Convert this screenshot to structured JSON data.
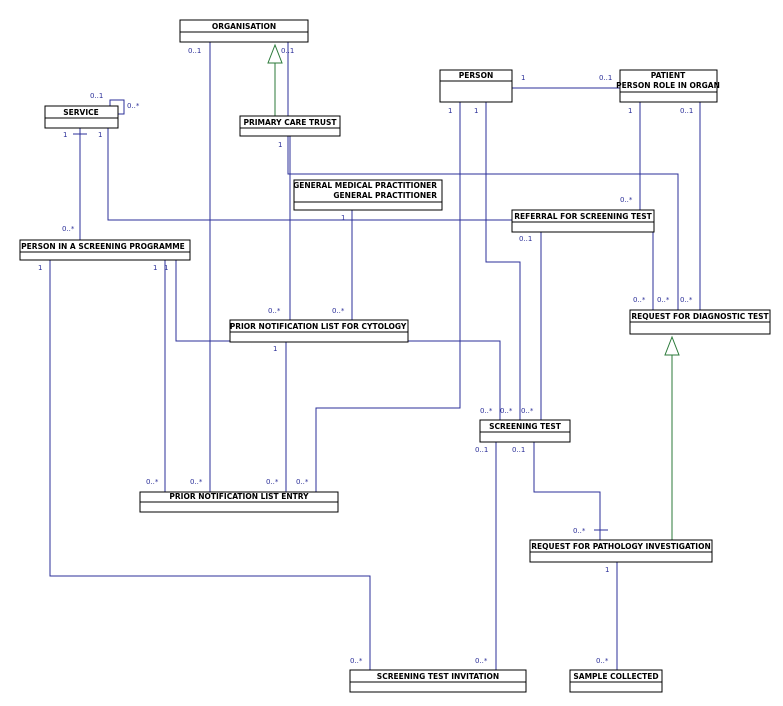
{
  "entities": {
    "organisation": {
      "label": "ORGANISATION"
    },
    "service": {
      "label": "SERVICE"
    },
    "primary_care_trust": {
      "label": "PRIMARY CARE TRUST"
    },
    "person": {
      "label": "PERSON"
    },
    "patient": {
      "label_line1": "PATIENT",
      "label_line2": "PERSON ROLE IN ORGAN"
    },
    "gmp": {
      "label_line1": "GENERAL MEDICAL PRACTITIONER",
      "label_line2": "GENERAL PRACTITIONER"
    },
    "referral": {
      "label": "REFERRAL FOR SCREENING TEST"
    },
    "person_in_programme": {
      "label": "PERSON IN A SCREENING PROGRAMME"
    },
    "request_diagnostic": {
      "label": "REQUEST FOR DIAGNOSTIC TEST"
    },
    "prior_notification_list": {
      "label": "PRIOR NOTIFICATION LIST FOR CYTOLOGY"
    },
    "screening_test": {
      "label": "SCREENING TEST"
    },
    "prior_notification_entry": {
      "label": "PRIOR NOTIFICATION LIST ENTRY"
    },
    "request_pathology": {
      "label": "REQUEST FOR PATHOLOGY INVESTIGATION"
    },
    "screening_invitation": {
      "label": "SCREENING TEST INVITATION"
    },
    "sample_collected": {
      "label": "SAMPLE COLLECTED"
    }
  },
  "multiplicities": {
    "org_left": "0..1",
    "org_right": "0..1",
    "service_self_top": "0..1",
    "service_self_right": "0..*",
    "service_left": "1",
    "service_right": "1",
    "pct_bottom": "1",
    "person_right": "1",
    "person_bottom_left": "1",
    "person_bottom_right": "1",
    "patient_left": "0..1",
    "patient_bottom_left": "1",
    "patient_bottom_right": "0..1",
    "gmp_bottom": "1",
    "referral_top": "0..*",
    "referral_bottom": "0..1",
    "pisp_top": "0..*",
    "pisp_bottom_left": "1",
    "pisp_bottom_mid": "1",
    "pisp_bottom_right": "1",
    "rdt_1": "0..*",
    "rdt_2": "0..*",
    "rdt_3": "0..*",
    "pnlc_top_left": "0..*",
    "pnlc_top_right": "0..*",
    "pnlc_bottom": "1",
    "st_top_1": "0..*",
    "st_top_2": "0..*",
    "st_top_3": "0..*",
    "st_bottom_left": "0..1",
    "st_bottom_right": "0..1",
    "pnle_1": "0..*",
    "pnle_2": "0..*",
    "pnle_3": "0..*",
    "pnle_4": "0..*",
    "rpi_left": "0..*",
    "rpi_bottom": "1",
    "sti_left": "0..*",
    "sti_right": "0..*",
    "sample_top": "0..*"
  }
}
